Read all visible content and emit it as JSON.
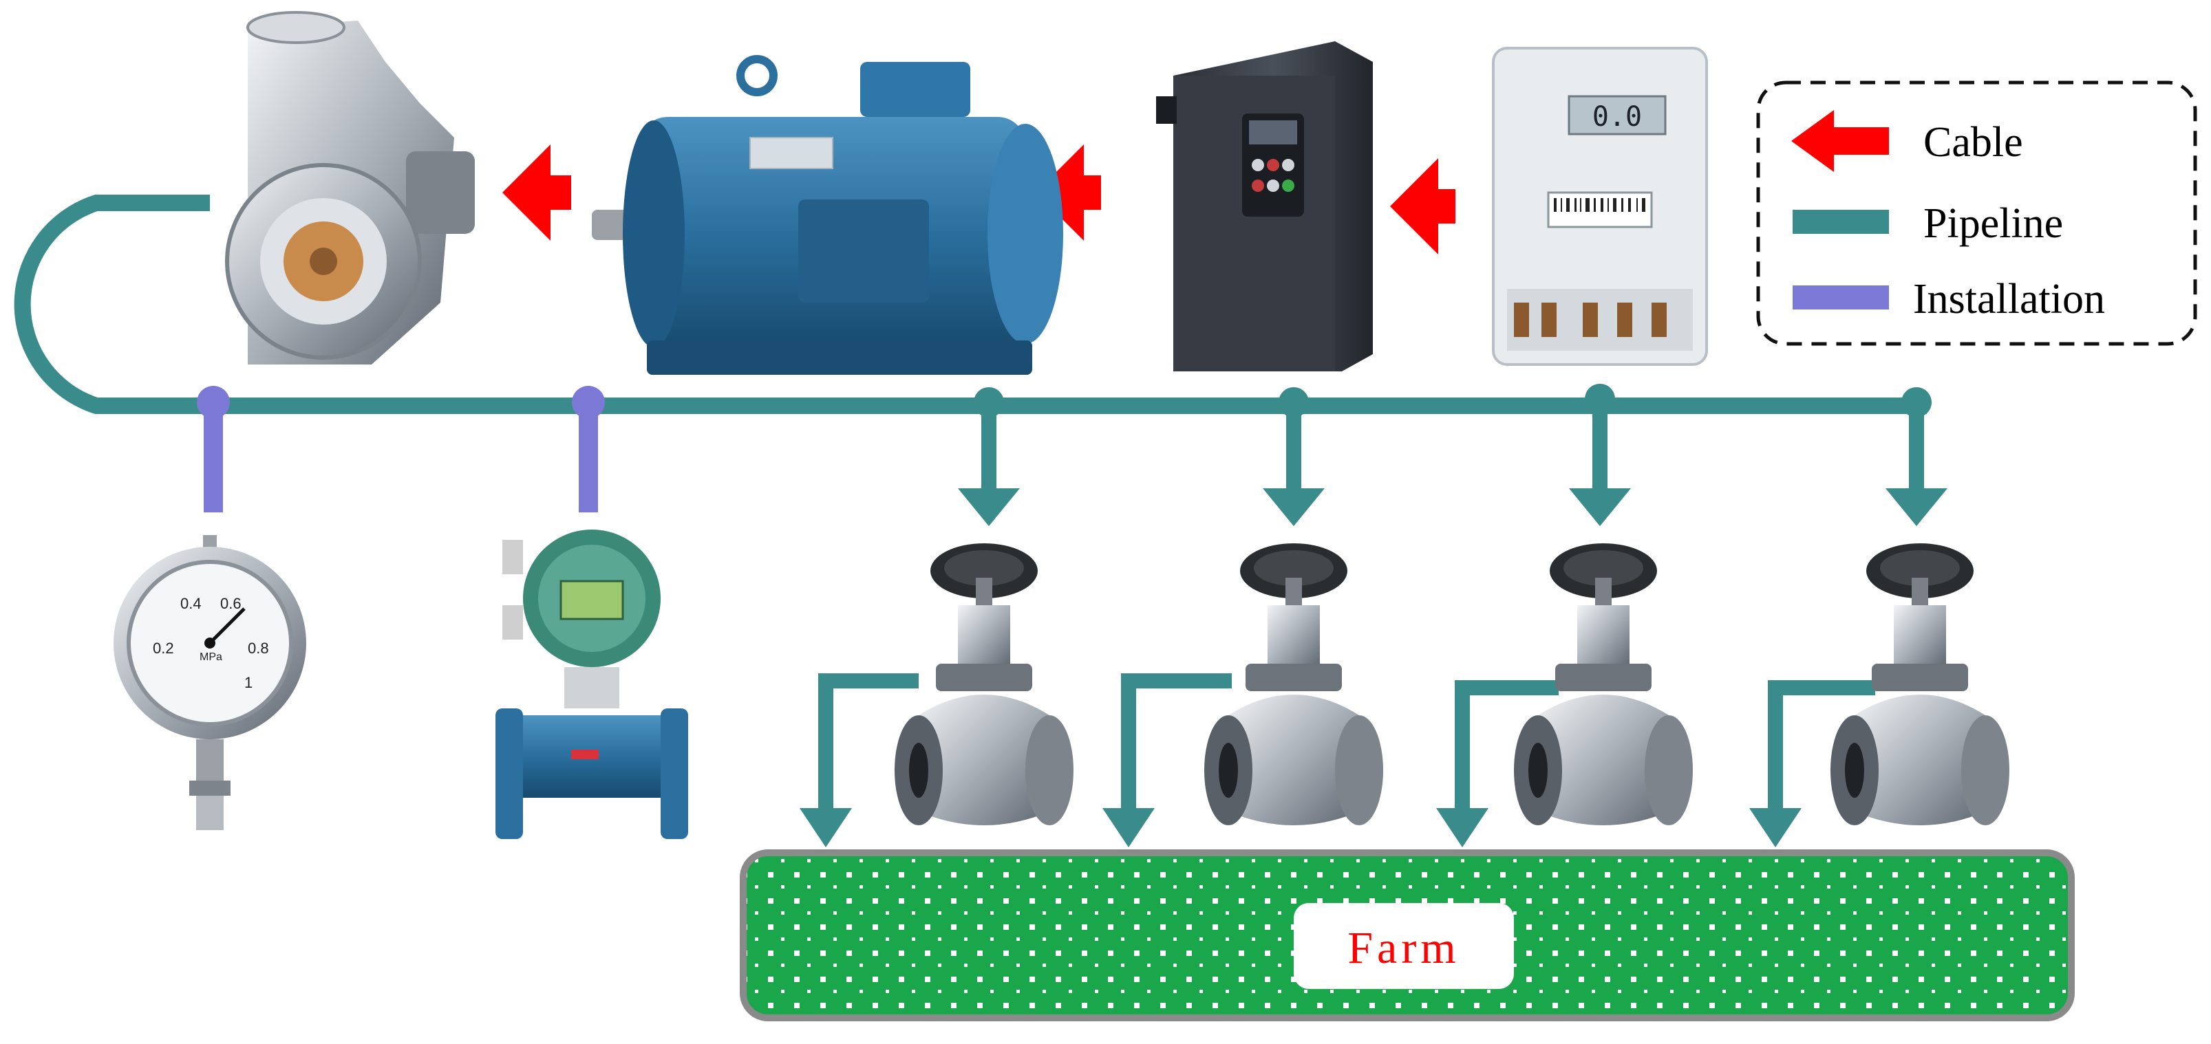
{
  "legend": {
    "items": [
      {
        "label": "Cable",
        "symbol": "red-arrow",
        "color": "#ff0000"
      },
      {
        "label": "Pipeline",
        "symbol": "teal-bar",
        "color": "#3a8c8c"
      },
      {
        "label": "Installation",
        "symbol": "purple-bar",
        "color": "#7b78d6"
      }
    ]
  },
  "farm": {
    "label": "Farm",
    "label_color": "#ff0000",
    "fill_color": "#1aa64a"
  },
  "meter_display": "0.0",
  "gauge_ticks": [
    "0.2",
    "0.4",
    "0.6",
    "0.8",
    "1"
  ],
  "gauge_unit": "MPa",
  "colors": {
    "pipeline": "#3a8c8c",
    "installation": "#7b78d6",
    "cable": "#ff0000",
    "equipment_blue": "#2a6f9e"
  }
}
